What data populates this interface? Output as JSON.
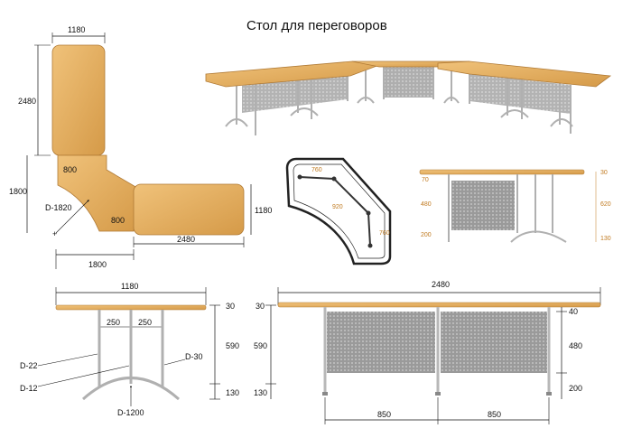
{
  "title": "Стол для переговоров",
  "plan": {
    "top_width": "1180",
    "top_height": "2480",
    "left_height": "1800",
    "corner_top": "800",
    "corner_bottom": "800",
    "radius": "D-1820",
    "right_height": "1180",
    "right_width": "2480",
    "bottom_width": "1800"
  },
  "corner_leg": {
    "a": "760",
    "b": "920",
    "c": "760"
  },
  "side_small": {
    "top": "30",
    "left1": "70",
    "left2": "480",
    "left3": "200",
    "right1": "620",
    "right2": "130"
  },
  "front_view": {
    "width": "1180",
    "gap_left": "250",
    "gap_right": "250",
    "top": "30",
    "height": "590",
    "bottom": "130",
    "leg_d22": "D-22",
    "leg_d12": "D-12",
    "leg_d30": "D-30",
    "base": "D-1200"
  },
  "long_view": {
    "width": "2480",
    "top": "30",
    "height": "590",
    "bottom": "130",
    "r1": "40",
    "r2": "480",
    "r3": "200",
    "span_left": "850",
    "span_right": "850"
  },
  "colors": {
    "wood": "#e3a857",
    "wood_dark": "#c2843a",
    "metal": "#b9b9b9",
    "panel": "#8f8f8f",
    "orange_dim": "#c07a20"
  }
}
